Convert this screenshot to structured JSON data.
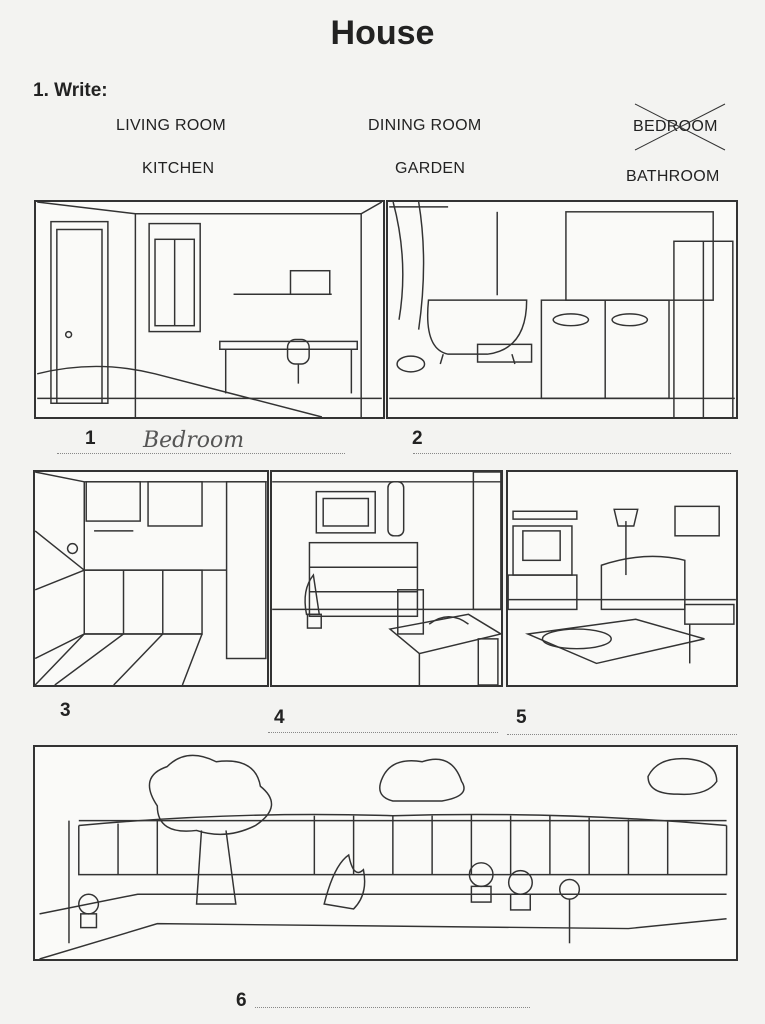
{
  "title": "House",
  "exercise": {
    "heading": "1. Write:",
    "word_bank": [
      {
        "label": "LIVING ROOM",
        "crossed": false
      },
      {
        "label": "DINING ROOM",
        "crossed": false
      },
      {
        "label": "BEDROOM",
        "crossed": true
      },
      {
        "label": "KITCHEN",
        "crossed": false
      },
      {
        "label": "GARDEN",
        "crossed": false
      },
      {
        "label": "BATHROOM",
        "crossed": false
      }
    ],
    "items": [
      {
        "number": "1",
        "answer": "Bedroom",
        "picture": "bedroom"
      },
      {
        "number": "2",
        "answer": "",
        "picture": "bathroom"
      },
      {
        "number": "3",
        "answer": "",
        "picture": "kitchen"
      },
      {
        "number": "4",
        "answer": "",
        "picture": "dining room"
      },
      {
        "number": "5",
        "answer": "",
        "picture": "living room"
      },
      {
        "number": "6",
        "answer": "",
        "picture": "garden"
      }
    ]
  }
}
